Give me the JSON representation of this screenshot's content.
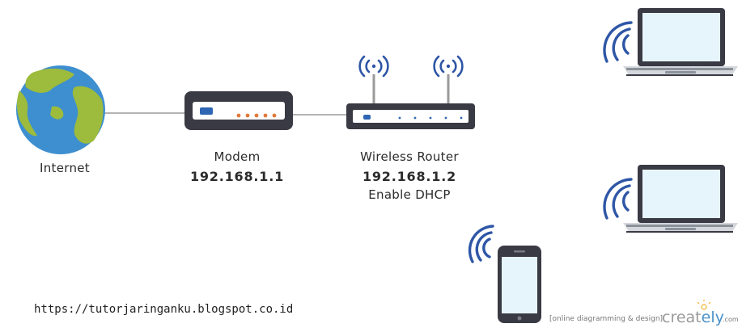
{
  "nodes": {
    "internet": {
      "label": "Internet"
    },
    "modem": {
      "label": "Modem",
      "ip": "192.168.1.1"
    },
    "router": {
      "label": "Wireless Router",
      "ip": "192.168.1.2",
      "note": "Enable DHCP"
    }
  },
  "footer": {
    "url": "https://tutorjaringanku.blogspot.co.id"
  },
  "watermark": {
    "tagline": "[online diagramming & design]",
    "brand_main": "creat",
    "brand_accent": "ely",
    "domain": ".com"
  },
  "colors": {
    "wifi": "#2e56a6",
    "globe_ocean": "#3e8fcf",
    "globe_land": "#9dbb3c",
    "device_dark": "#3a3a44",
    "modem_led": "#e07a3a",
    "router_led": "#2f66b3",
    "screen": "#e6f4fb"
  }
}
